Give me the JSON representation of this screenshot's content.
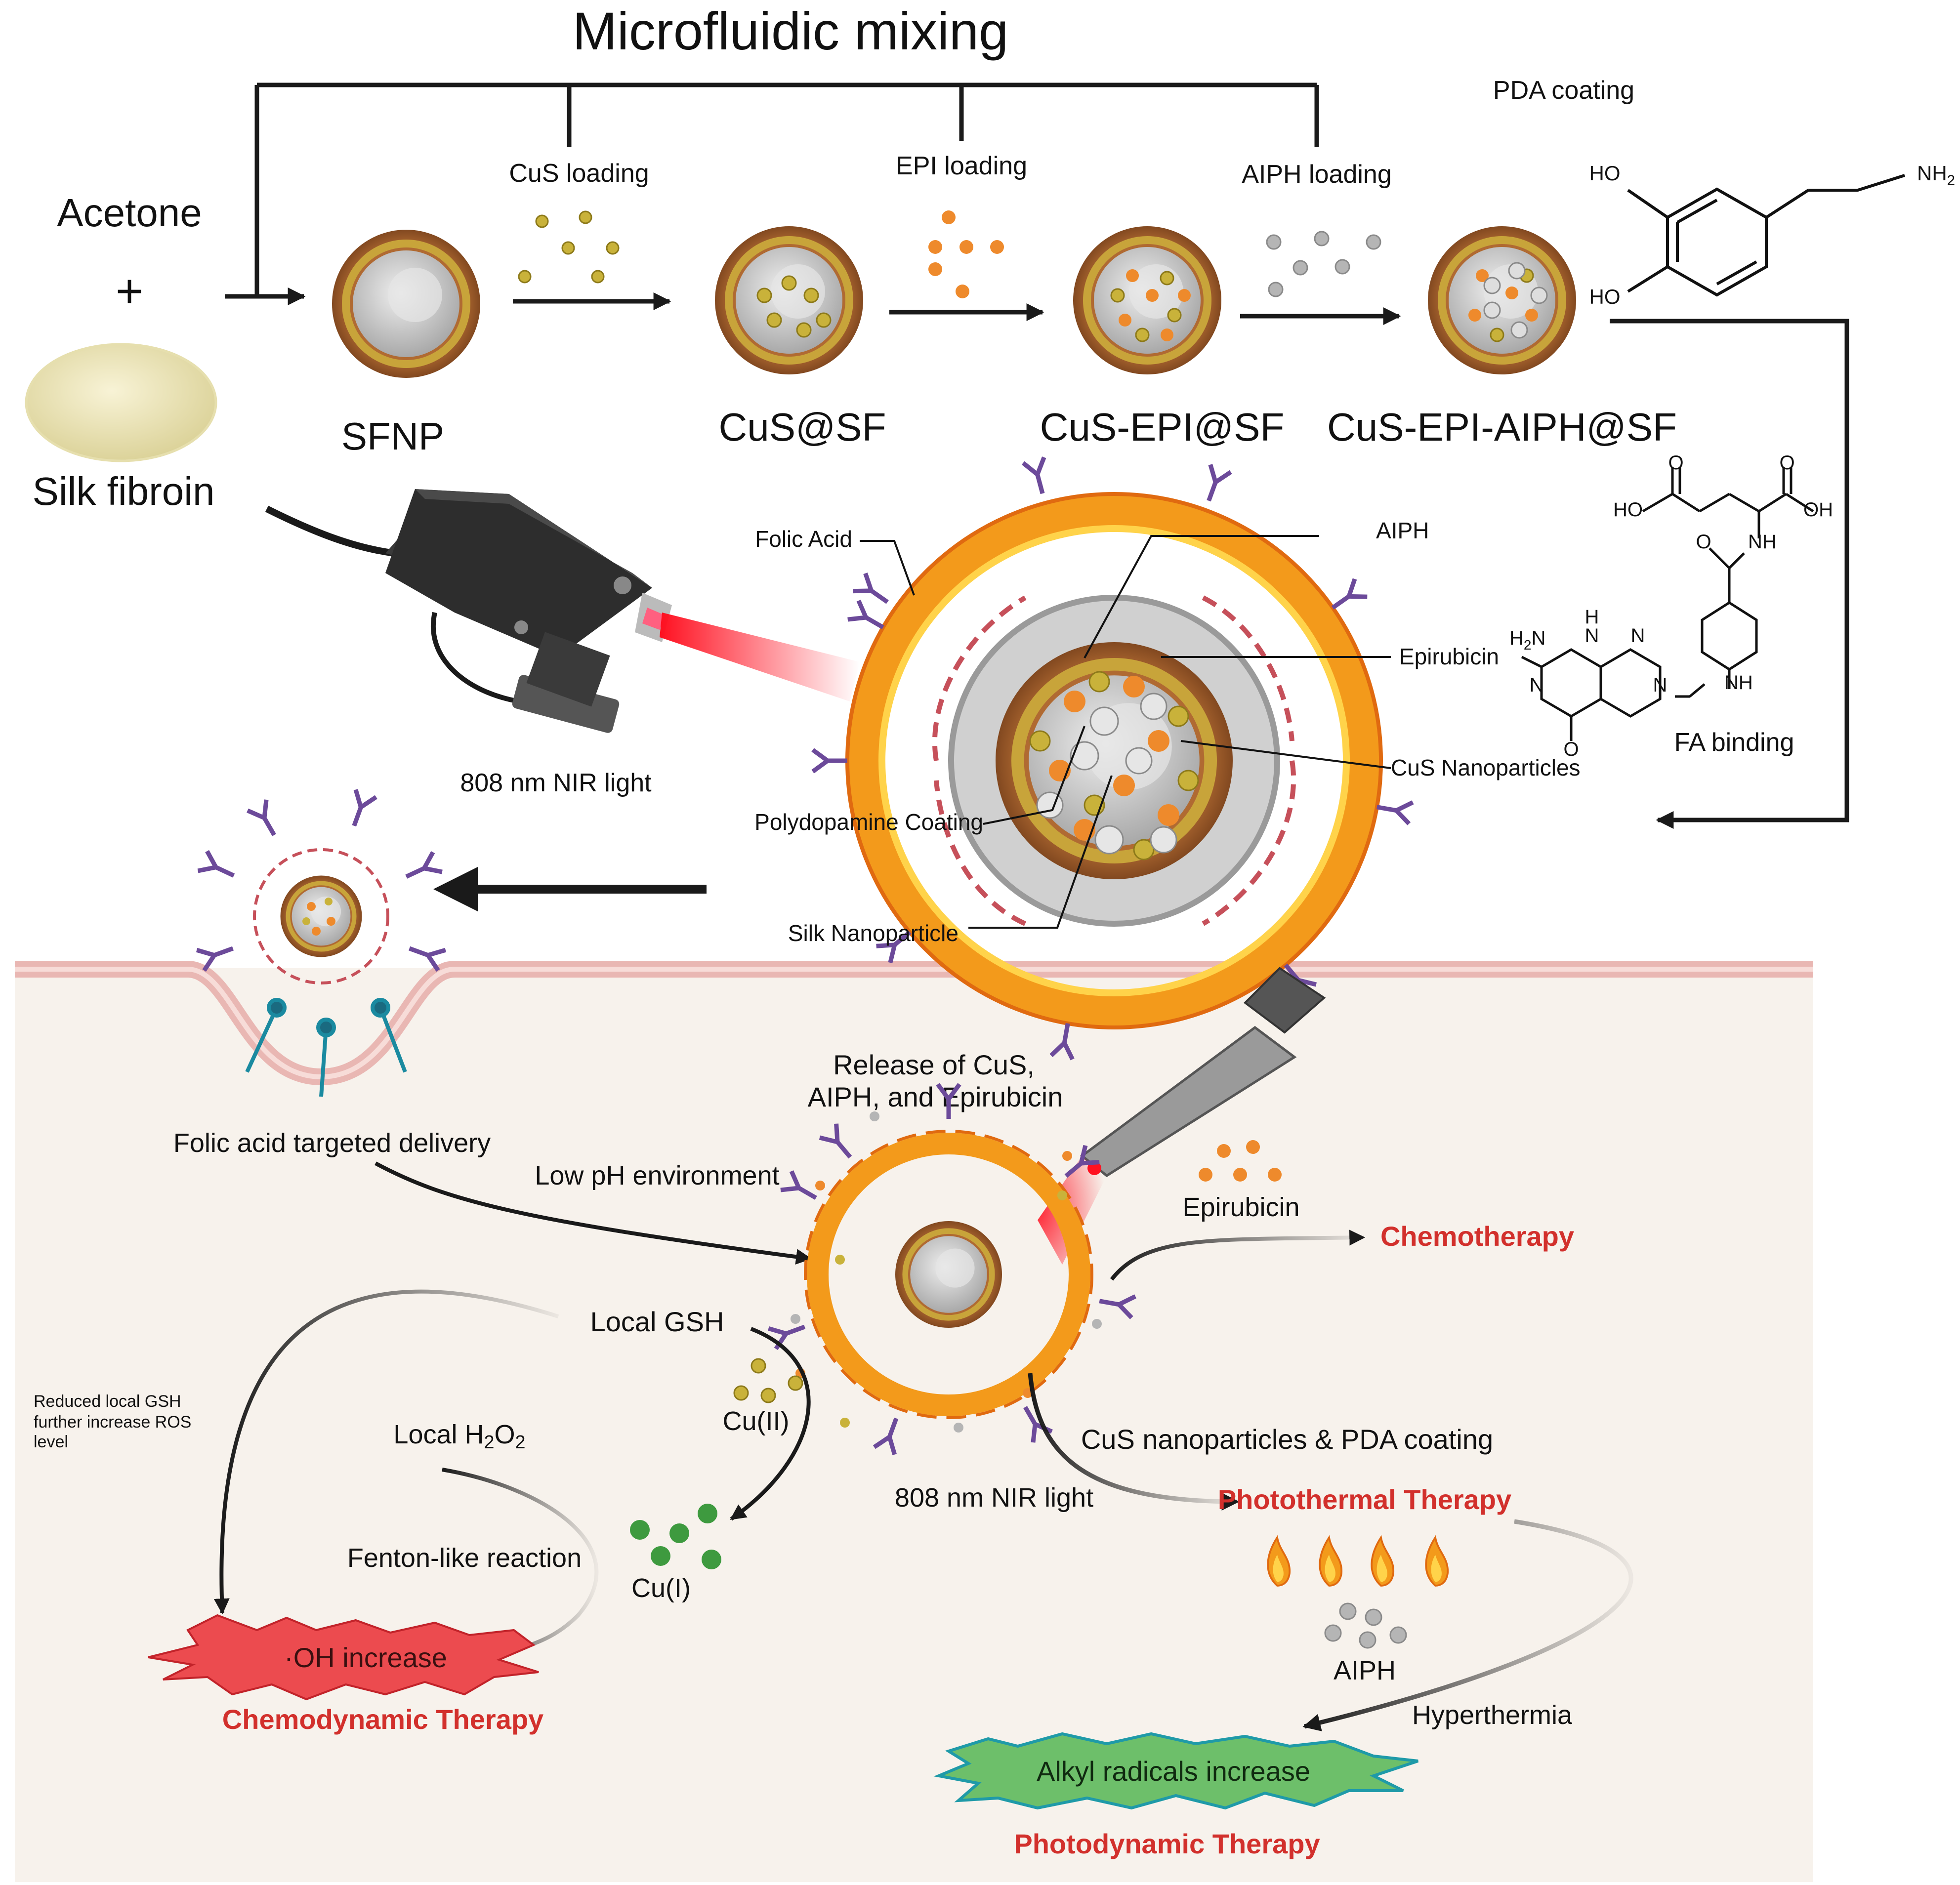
{
  "title": "Microfluidic mixing",
  "colors": {
    "background": "#ffffff",
    "cell_bg": "#f7f2ec",
    "membrane": "#e9b7b3",
    "arrow": "#1a1a1a",
    "therapy_red": "#d2302c",
    "shell_brown": "#8a4b22",
    "gold_layer": "#c8a43a",
    "core_gray": "#c9c9c9",
    "cus_dot": "#c9b23a",
    "epi_dot": "#ee8a2c",
    "aiph_dot": "#b5b5b5",
    "folic_purple": "#6c4a9a",
    "flame_orange": "#f39a1b",
    "green_dot": "#3e9a3f",
    "oh_burst": "#ec4b4f",
    "alkyl_burst": "#6dbf6a"
  },
  "inputs": {
    "acetone": "Acetone",
    "plus": "+",
    "silk_fibroin": "Silk fibroin"
  },
  "steps": {
    "cus_loading": "CuS loading",
    "epi_loading": "EPI loading",
    "aiph_loading": "AIPH loading",
    "pda_coating": "PDA coating"
  },
  "products": {
    "sfnp": "SFNP",
    "cus_sf": "CuS@SF",
    "cus_epi_sf": "CuS-EPI@SF",
    "cus_epi_aiph_sf": "CuS-EPI-AIPH@SF"
  },
  "chem": {
    "dopamine": {
      "ho1": "HO",
      "ho2": "HO",
      "nh2": "NH",
      "nh2_sub": "2"
    },
    "folic": {
      "ho": "HO",
      "oh": "OH",
      "nh": "NH",
      "o": "O",
      "nh_b": "NH",
      "h2n": "H",
      "h2n_sub": "2",
      "h2n_n": "N",
      "h": "H",
      "n1": "N",
      "n2": "N",
      "n3": "N",
      "n4": "N",
      "o2": "O"
    },
    "fa_binding": "FA binding"
  },
  "laser_label": "808 nm NIR light",
  "structure_labels": {
    "folic_acid": "Folic Acid",
    "aiph": "AIPH",
    "epirubicin": "Epirubicin",
    "cus_np": "CuS Nanoparticles",
    "pda": "Polydopamine Coating",
    "silk_np": "Silk Nanoparticle"
  },
  "mechanism": {
    "targeted": "Folic acid targeted delivery",
    "low_ph": "Low pH environment",
    "release_1": "Release of CuS,",
    "release_2": "AIPH, and Epirubicin",
    "epirubicin": "Epirubicin",
    "chemotherapy": "Chemotherapy",
    "local_gsh": "Local GSH",
    "cu2": "Cu(II)",
    "cu1": "Cu(I)",
    "reduced_1": "Reduced  local  GSH",
    "reduced_2": "further  increase  ROS",
    "reduced_3": "level",
    "local_h2o2_a": "Local H",
    "local_h2o2_b": "2",
    "local_h2o2_c": "O",
    "local_h2o2_d": "2",
    "fenton": "Fenton-like reaction",
    "oh_increase": "·OH increase",
    "chemodynamic": "Chemodynamic Therapy",
    "cus_pda": "CuS nanoparticles & PDA coating",
    "nir": "808 nm NIR light",
    "photothermal": "Photothermal Therapy",
    "aiph": "AIPH",
    "hyperthermia": "Hyperthermia",
    "alkyl": "Alkyl radicals increase",
    "photodynamic": "Photodynamic Therapy"
  }
}
